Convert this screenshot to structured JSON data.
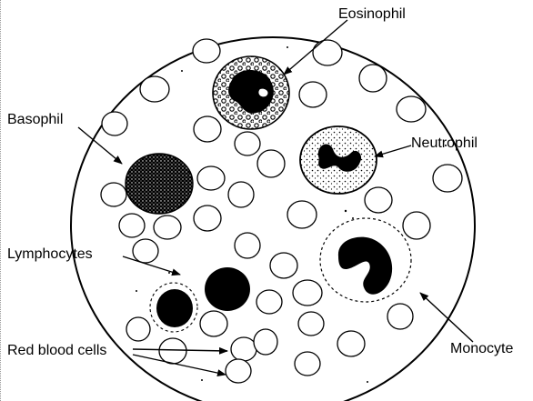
{
  "labels": {
    "eosinophil": "Eosinophil",
    "basophil": "Basophil",
    "neutrophil": "Neutrophil",
    "lymphocytes": "Lymphocytes",
    "monocyte": "Monocyte",
    "red_blood_cells": "Red blood cells"
  }
}
